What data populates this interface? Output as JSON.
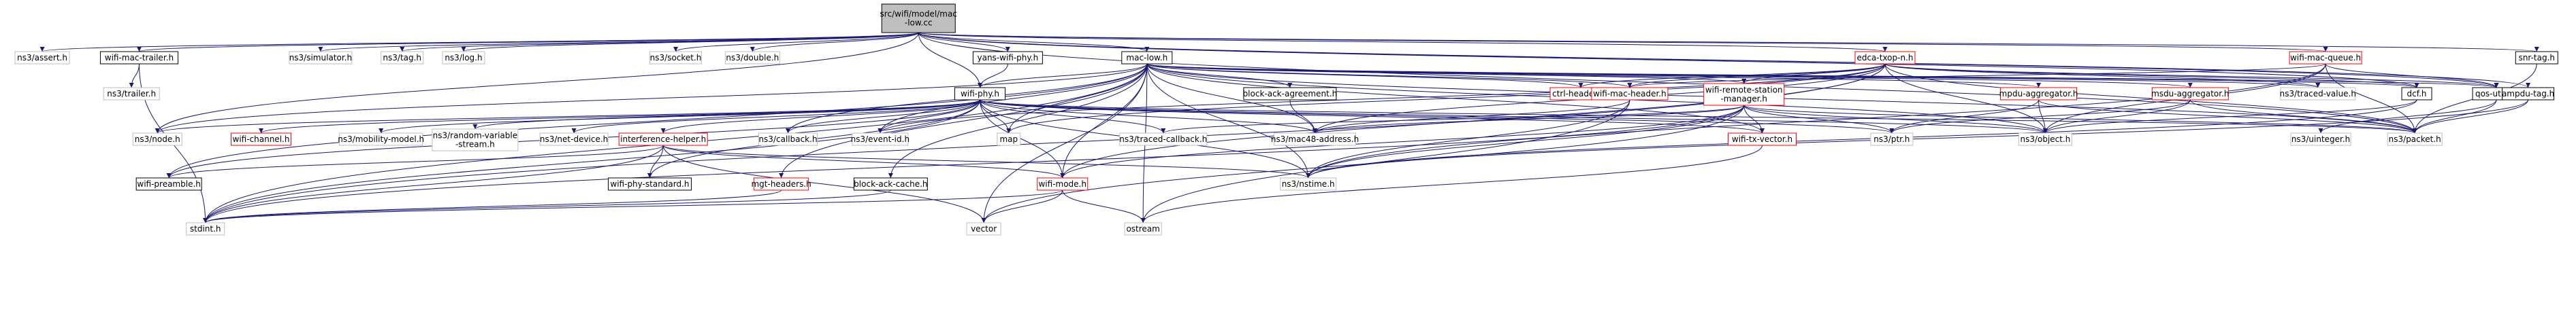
{
  "nodes": [
    {
      "id": "root",
      "label": "src/wifi/model/mac\n-low.cc",
      "style": "root"
    },
    {
      "id": "asset",
      "label": "ns3/assert.h",
      "style": "gray"
    },
    {
      "id": "trailer",
      "label": "wifi-mac-trailer.h",
      "style": "black"
    },
    {
      "id": "simulator",
      "label": "ns3/simulator.h",
      "style": "gray"
    },
    {
      "id": "tag",
      "label": "ns3/tag.h",
      "style": "gray"
    },
    {
      "id": "log",
      "label": "ns3/log.h",
      "style": "gray"
    },
    {
      "id": "socket",
      "label": "ns3/socket.h",
      "style": "gray"
    },
    {
      "id": "double",
      "label": "ns3/double.h",
      "style": "gray"
    },
    {
      "id": "yans",
      "label": "yans-wifi-phy.h",
      "style": "black"
    },
    {
      "id": "maclow",
      "label": "mac-low.h",
      "style": "black"
    },
    {
      "id": "edca",
      "label": "edca-txop-n.h",
      "style": "red"
    },
    {
      "id": "macqueue",
      "label": "wifi-mac-queue.h",
      "style": "red"
    },
    {
      "id": "snrtag",
      "label": "snr-tag.h",
      "style": "black"
    },
    {
      "id": "nstrailer",
      "label": "ns3/trailer.h",
      "style": "gray"
    },
    {
      "id": "wifiphy",
      "label": "wifi-phy.h",
      "style": "black"
    },
    {
      "id": "blockack",
      "label": "block-ack-agreement.h",
      "style": "black"
    },
    {
      "id": "ctrl",
      "label": "ctrl-headers.h",
      "style": "red"
    },
    {
      "id": "remote",
      "label": "wifi-remote-station\n-manager.h",
      "style": "red"
    },
    {
      "id": "macheader",
      "label": "wifi-mac-header.h",
      "style": "red"
    },
    {
      "id": "mpdu",
      "label": "mpdu-aggregator.h",
      "style": "red"
    },
    {
      "id": "msdu",
      "label": "msdu-aggregator.h",
      "style": "red"
    },
    {
      "id": "traced",
      "label": "ns3/traced-value.h",
      "style": "gray"
    },
    {
      "id": "dcf",
      "label": "dcf.h",
      "style": "black"
    },
    {
      "id": "qos",
      "label": "qos-utils.h",
      "style": "black"
    },
    {
      "id": "ampdutag",
      "label": "ampdu-tag.h",
      "style": "black"
    },
    {
      "id": "node",
      "label": "ns3/node.h",
      "style": "gray"
    },
    {
      "id": "channel",
      "label": "wifi-channel.h",
      "style": "red"
    },
    {
      "id": "mobility",
      "label": "ns3/mobility-model.h",
      "style": "gray"
    },
    {
      "id": "random",
      "label": "ns3/random-variable\n-stream.h",
      "style": "gray"
    },
    {
      "id": "netdevice",
      "label": "ns3/net-device.h",
      "style": "gray"
    },
    {
      "id": "interference",
      "label": "interference-helper.h",
      "style": "red"
    },
    {
      "id": "callback",
      "label": "ns3/callback.h",
      "style": "gray"
    },
    {
      "id": "eventid",
      "label": "ns3/event-id.h",
      "style": "gray"
    },
    {
      "id": "map",
      "label": "map",
      "style": "gray"
    },
    {
      "id": "tracedcb",
      "label": "ns3/traced-callback.h",
      "style": "gray"
    },
    {
      "id": "mac48",
      "label": "ns3/mac48-address.h",
      "style": "gray"
    },
    {
      "id": "txvector",
      "label": "wifi-tx-vector.h",
      "style": "red"
    },
    {
      "id": "ptr",
      "label": "ns3/ptr.h",
      "style": "gray"
    },
    {
      "id": "object",
      "label": "ns3/object.h",
      "style": "gray"
    },
    {
      "id": "uinteger",
      "label": "ns3/uinteger.h",
      "style": "gray"
    },
    {
      "id": "packet",
      "label": "ns3/packet.h",
      "style": "gray"
    },
    {
      "id": "preamble",
      "label": "wifi-preamble.h",
      "style": "black"
    },
    {
      "id": "phystd",
      "label": "wifi-phy-standard.h",
      "style": "black"
    },
    {
      "id": "mgt",
      "label": "mgt-headers.h",
      "style": "red"
    },
    {
      "id": "bacache",
      "label": "block-ack-cache.h",
      "style": "black"
    },
    {
      "id": "mode",
      "label": "wifi-mode.h",
      "style": "red"
    },
    {
      "id": "nstime",
      "label": "ns3/nstime.h",
      "style": "gray"
    },
    {
      "id": "stdint",
      "label": "stdint.h",
      "style": "gray"
    },
    {
      "id": "vector",
      "label": "vector",
      "style": "gray"
    },
    {
      "id": "ostream",
      "label": "ostream",
      "style": "gray"
    }
  ],
  "edges": [
    [
      "root",
      "asset"
    ],
    [
      "root",
      "trailer"
    ],
    [
      "root",
      "simulator"
    ],
    [
      "root",
      "tag"
    ],
    [
      "root",
      "log"
    ],
    [
      "root",
      "node"
    ],
    [
      "root",
      "socket"
    ],
    [
      "root",
      "double"
    ],
    [
      "root",
      "yans"
    ],
    [
      "root",
      "maclow"
    ],
    [
      "root",
      "edca"
    ],
    [
      "root",
      "macqueue"
    ],
    [
      "root",
      "snrtag"
    ],
    [
      "root",
      "ampdutag"
    ],
    [
      "root",
      "packet"
    ],
    [
      "root",
      "qos"
    ],
    [
      "root",
      "wifiphy"
    ],
    [
      "root",
      "dcf"
    ],
    [
      "trailer",
      "nstrailer"
    ],
    [
      "trailer",
      "stdint"
    ],
    [
      "yans",
      "wifiphy"
    ],
    [
      "maclow",
      "wifiphy"
    ],
    [
      "maclow",
      "blockack"
    ],
    [
      "maclow",
      "ctrl"
    ],
    [
      "maclow",
      "remote"
    ],
    [
      "maclow",
      "macheader"
    ],
    [
      "maclow",
      "mpdu"
    ],
    [
      "maclow",
      "msdu"
    ],
    [
      "maclow",
      "traced"
    ],
    [
      "maclow",
      "dcf"
    ],
    [
      "maclow",
      "qos"
    ],
    [
      "maclow",
      "packet"
    ],
    [
      "maclow",
      "preamble"
    ],
    [
      "maclow",
      "eventid"
    ],
    [
      "maclow",
      "map"
    ],
    [
      "maclow",
      "callback"
    ],
    [
      "maclow",
      "mac48"
    ],
    [
      "maclow",
      "nstime"
    ],
    [
      "maclow",
      "mode"
    ],
    [
      "maclow",
      "vector"
    ],
    [
      "maclow",
      "ostream"
    ],
    [
      "maclow",
      "mgt"
    ],
    [
      "maclow",
      "bacache"
    ],
    [
      "maclow",
      "txvector"
    ],
    [
      "maclow",
      "object"
    ],
    [
      "maclow",
      "stdint"
    ],
    [
      "maclow",
      "node"
    ],
    [
      "edca",
      "ctrl"
    ],
    [
      "edca",
      "macheader"
    ],
    [
      "edca",
      "remote"
    ],
    [
      "edca",
      "traced"
    ],
    [
      "edca",
      "dcf"
    ],
    [
      "edca",
      "qos"
    ],
    [
      "edca",
      "packet"
    ],
    [
      "edca",
      "object"
    ],
    [
      "edca",
      "mac48"
    ],
    [
      "edca",
      "eventid"
    ],
    [
      "edca",
      "map"
    ],
    [
      "edca",
      "mode"
    ],
    [
      "edca",
      "stdint"
    ],
    [
      "macqueue",
      "macheader"
    ],
    [
      "macqueue",
      "qos"
    ],
    [
      "macqueue",
      "packet"
    ],
    [
      "macqueue",
      "nstime"
    ],
    [
      "macqueue",
      "object"
    ],
    [
      "snrtag",
      "packet"
    ],
    [
      "ampdutag",
      "packet"
    ],
    [
      "ampdutag",
      "nstime"
    ],
    [
      "wifiphy",
      "node"
    ],
    [
      "wifiphy",
      "channel"
    ],
    [
      "wifiphy",
      "mobility"
    ],
    [
      "wifiphy",
      "random"
    ],
    [
      "wifiphy",
      "netdevice"
    ],
    [
      "wifiphy",
      "interference"
    ],
    [
      "wifiphy",
      "callback"
    ],
    [
      "wifiphy",
      "eventid"
    ],
    [
      "wifiphy",
      "map"
    ],
    [
      "wifiphy",
      "tracedcb"
    ],
    [
      "wifiphy",
      "mac48"
    ],
    [
      "wifiphy",
      "txvector"
    ],
    [
      "wifiphy",
      "ptr"
    ],
    [
      "wifiphy",
      "object"
    ],
    [
      "wifiphy",
      "packet"
    ],
    [
      "wifiphy",
      "preamble"
    ],
    [
      "wifiphy",
      "phystd"
    ],
    [
      "wifiphy",
      "mode"
    ],
    [
      "wifiphy",
      "nstime"
    ],
    [
      "wifiphy",
      "stdint"
    ],
    [
      "blockack",
      "mac48"
    ],
    [
      "remote",
      "tracedcb"
    ],
    [
      "remote",
      "mac48"
    ],
    [
      "remote",
      "txvector"
    ],
    [
      "remote",
      "ptr"
    ],
    [
      "remote",
      "object"
    ],
    [
      "remote",
      "packet"
    ],
    [
      "remote",
      "mode"
    ],
    [
      "remote",
      "nstime"
    ],
    [
      "remote",
      "vector"
    ],
    [
      "remote",
      "stdint"
    ],
    [
      "macheader",
      "mac48"
    ],
    [
      "macheader",
      "nstime"
    ],
    [
      "macheader",
      "ostream"
    ],
    [
      "mpdu",
      "ptr"
    ],
    [
      "mpdu",
      "object"
    ],
    [
      "mpdu",
      "packet"
    ],
    [
      "msdu",
      "ptr"
    ],
    [
      "msdu",
      "object"
    ],
    [
      "msdu",
      "packet"
    ],
    [
      "dcf",
      "object"
    ],
    [
      "dcf",
      "nstime"
    ],
    [
      "qos",
      "uinteger"
    ],
    [
      "qos",
      "packet"
    ],
    [
      "interference",
      "preamble"
    ],
    [
      "interference",
      "phystd"
    ],
    [
      "interference",
      "mode"
    ],
    [
      "interference",
      "nstime"
    ],
    [
      "interference",
      "stdint"
    ],
    [
      "interference",
      "vector"
    ],
    [
      "txvector",
      "ostream"
    ],
    [
      "mgt",
      "stdint"
    ],
    [
      "bacache",
      "stdint"
    ],
    [
      "mode",
      "stdint"
    ],
    [
      "mode",
      "vector"
    ],
    [
      "mode",
      "ostream"
    ]
  ]
}
